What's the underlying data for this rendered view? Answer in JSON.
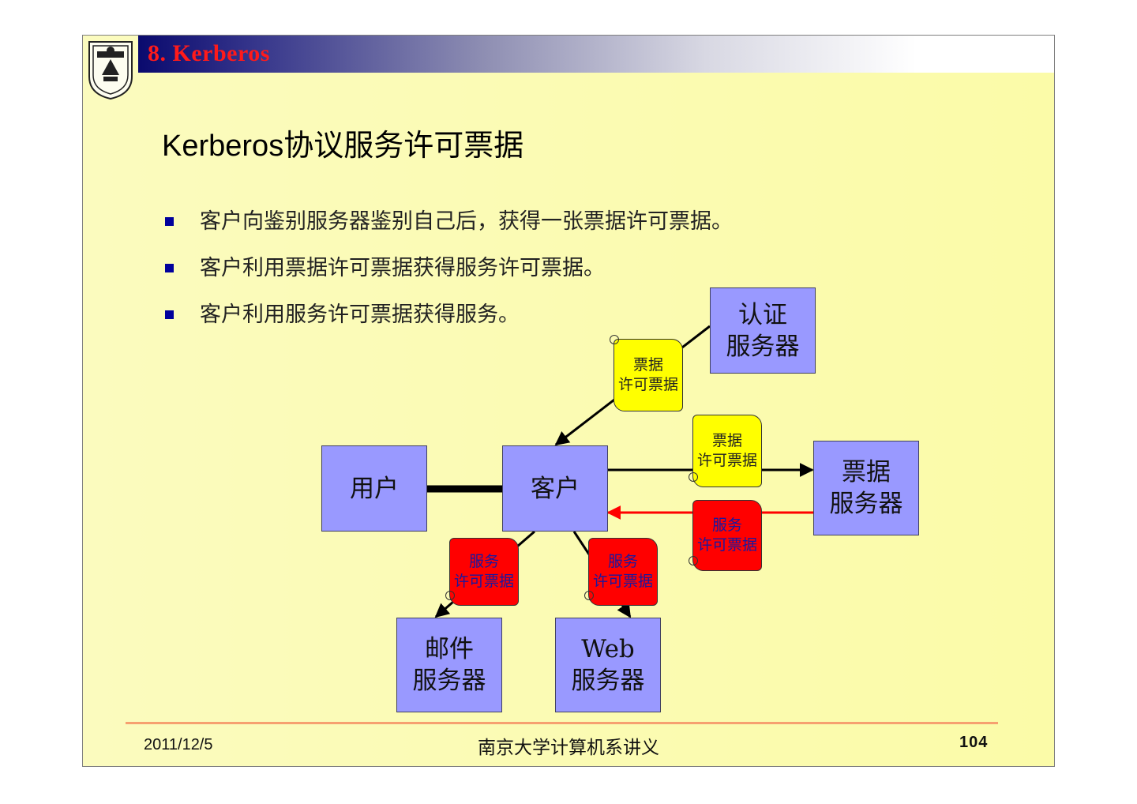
{
  "header": {
    "section_title": "8.   Kerberos"
  },
  "slide": {
    "title": "Kerberos协议服务许可票据"
  },
  "bullets": [
    "客户向鉴别服务器鉴别自己后，获得一张票据许可票据。",
    "客户利用票据许可票据获得服务许可票据。",
    "客户利用服务许可票据获得服务。"
  ],
  "nodes": {
    "auth_server": [
      "认证",
      "服务器"
    ],
    "user": [
      "用户"
    ],
    "client": [
      "客户"
    ],
    "ticket_server": [
      "票据",
      "服务器"
    ],
    "mail_server": [
      "邮件",
      "服务器"
    ],
    "web_server": [
      "Web",
      "服务器"
    ]
  },
  "tickets": {
    "tgt_from_auth": [
      "票据",
      "许可票据"
    ],
    "tgt_to_tgs": [
      "票据",
      "许可票据"
    ],
    "st_from_tgs": [
      "服务",
      "许可票据"
    ],
    "st_to_mail": [
      "服务",
      "许可票据"
    ],
    "st_to_web": [
      "服务",
      "许可票据"
    ]
  },
  "colors": {
    "node_fill": "#9999ff",
    "tgt_ticket": "#ffff00",
    "service_ticket": "#ff0000",
    "return_arrow": "#ff0000",
    "header_title": "#ff1a1a",
    "bullet": "#00009c"
  },
  "icons": {
    "logo": "nanjing-university-seal-icon"
  },
  "footer": {
    "date": "2011/12/5",
    "center": "南京大学计算机系讲义",
    "page": "104"
  }
}
